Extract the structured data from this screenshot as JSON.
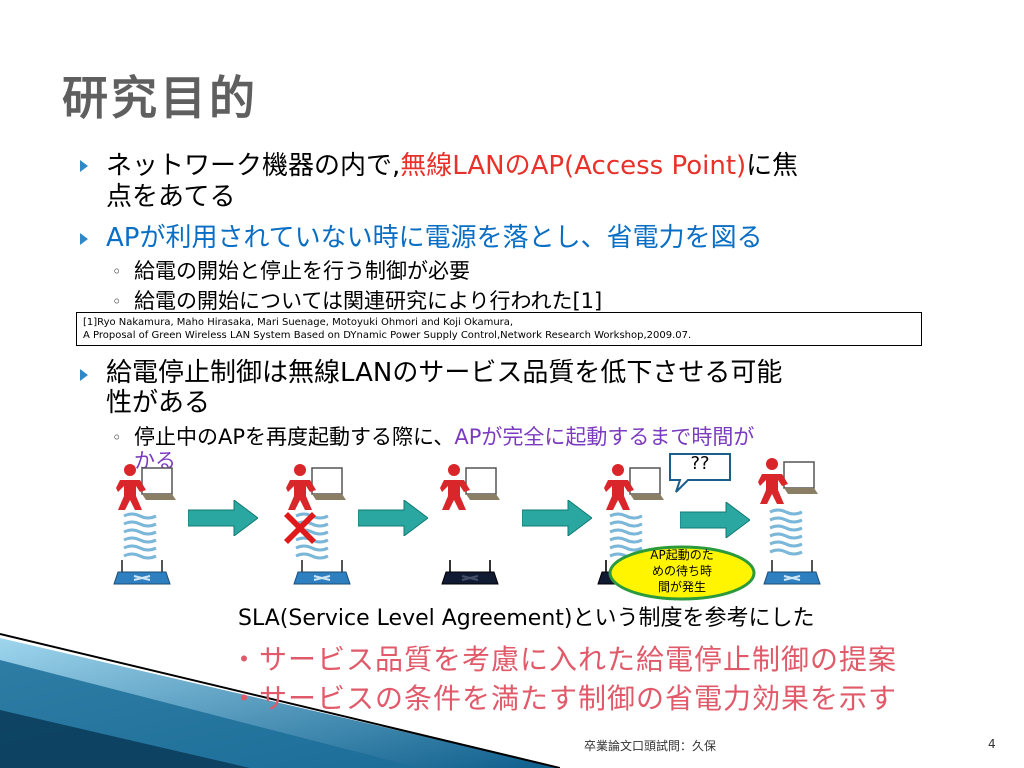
{
  "title": "研究目的",
  "bullets": [
    {
      "pre": "ネットワーク機器の内で,",
      "highlight": "無線LANのAP(Access Point)",
      "post": "に焦",
      "line2": "点をあてる"
    },
    {
      "text": "APが利用されていない時に電源を落とし、省電力を図る"
    },
    {
      "text": "給電停止制御は無線LANのサービス品質を低下させる可能",
      "line2": "性がある"
    }
  ],
  "sub_bullets": [
    "給電の開始と停止を行う制御が必要",
    "給電の開始については関連研究により行われた[1]",
    "停止中のAPを再度起動する際に、"
  ],
  "sub3_highlight": "APが完全に起動するまで時間が",
  "sub3_line2": "かる",
  "reference": {
    "line1": "[1]Ryo Nakamura, Maho Hirasaka, Mari Suenage, Motoyuki Ohmori and Koji Okamura,",
    "line2": "A Proposal of Green Wireless LAN System Based on DYnamic Power Supply Control,Network Research Workshop,2009.07."
  },
  "diagram": {
    "speech_text": "??",
    "callout_lines": [
      "AP起動のた",
      "めの待ち時",
      "間が発生"
    ]
  },
  "sla_text": "SLA(Service Level Agreement)という制度を参考にした",
  "proposals": [
    "・サービス品質を考慮に入れた給電停止制御の提案",
    "・サービスの条件を満たす制御の省電力効果を示す"
  ],
  "footer": {
    "text": "卒業論文口頭試問：久保",
    "page": "4"
  },
  "colors": {
    "accent": "#2f89c6",
    "highlight_red": "#e8312a",
    "highlight_blue": "#0a6ec4",
    "proposal": "#e05a6a"
  }
}
